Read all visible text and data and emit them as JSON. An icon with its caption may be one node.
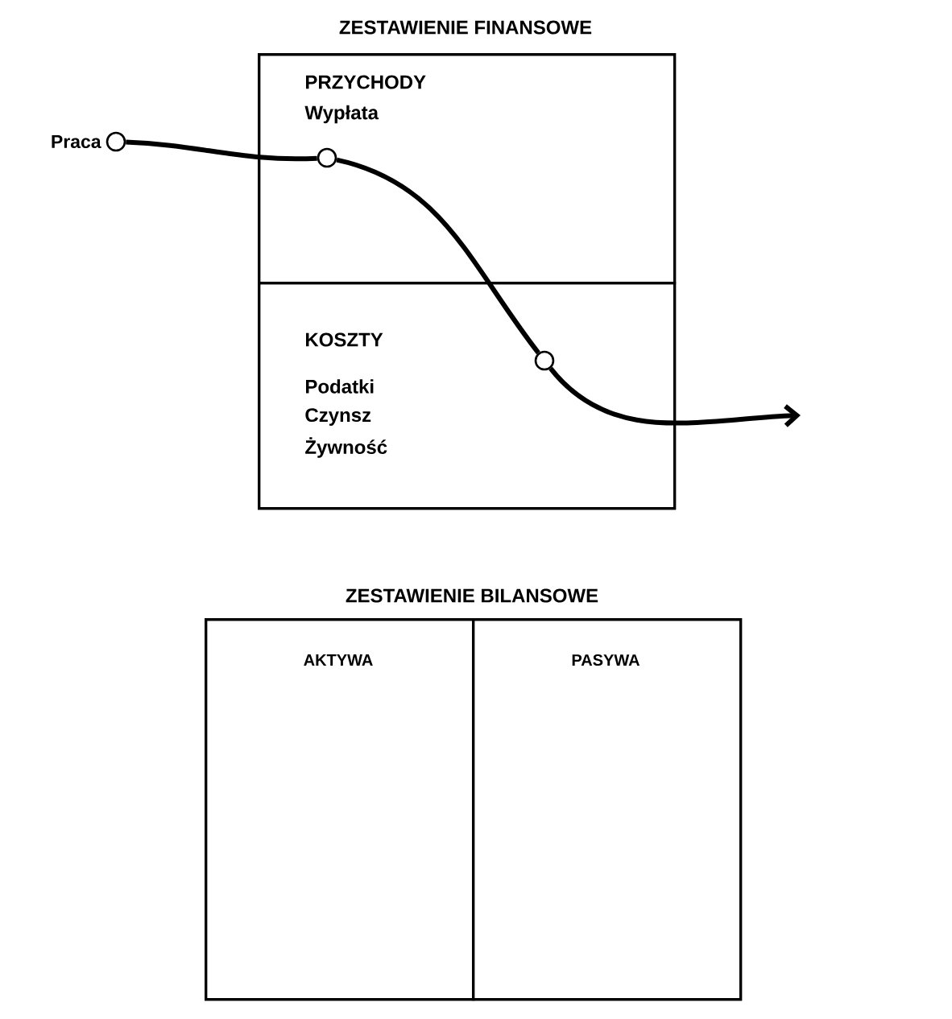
{
  "diagram": {
    "nodes": [
      {
        "text": [
          "ZESTAWIENIE FINANSOWE"
        ]
      },
      {
        "text": [
          "PRZYCHODY",
          "Wypłata"
        ],
        "in": 0
      },
      {
        "text": [
          "KOSZTY",
          "Podatki",
          "Czynsz",
          "Żywność"
        ],
        "in": 0
      },
      {
        "text": [
          "ZESTAWIENIE BILANSOWE"
        ]
      },
      {
        "text": [
          "AKTYWA"
        ],
        "in": 3
      },
      {
        "text": [
          "PASYWA"
        ],
        "in": 3
      },
      {
        "text": [],
        "shape": "circle",
        "beside": [
          "Praca"
        ]
      },
      {
        "text": [],
        "shape": "circle",
        "in": 1
      },
      {
        "text": [],
        "shape": "circle",
        "in": 2
      }
    ],
    "edges": [
      {
        "from": 6,
        "to": 7,
        "arrow": "none"
      },
      {
        "from": 7,
        "to": 8,
        "arrow": "none"
      },
      {
        "from": 8,
        "to": null,
        "arrow": "to"
      }
    ]
  }
}
